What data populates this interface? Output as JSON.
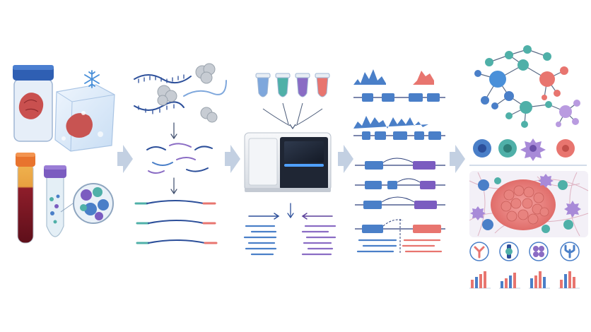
{
  "figure": {
    "stages": [
      {
        "id": "sample-collection",
        "icons": [
          "frozen-tissue-jar-icon",
          "tissue-in-ice-block-icon",
          "snowflake-icon",
          "blood-tube-icon",
          "cell-suspension-tube-icon",
          "magnified-cells-icon"
        ]
      },
      {
        "id": "library-preparation",
        "icons": [
          "rna-strand-icon",
          "protein-complex-icon",
          "fragmented-strands-icon",
          "adapter-ligated-fragments-icon"
        ]
      },
      {
        "id": "sequencing",
        "icons": [
          "barcode-tubes-icon",
          "sequencer-instrument-icon",
          "paired-reads-icon"
        ]
      },
      {
        "id": "read-analysis",
        "icons": [
          "coverage-track-icon",
          "splicing-isoforms-icon",
          "fusion-breakpoint-icon"
        ]
      },
      {
        "id": "biological-interpretation",
        "icons": [
          "gene-network-icon",
          "immune-cell-types-icon",
          "tumor-microenvironment-icon",
          "biomarker-bar-charts-icon"
        ]
      }
    ],
    "colors": {
      "arrow": "#c3d0e2",
      "blue": "#4a7fc8",
      "teal": "#4fb0a8",
      "purple": "#8a6cc4",
      "salmon": "#e8756f",
      "navy": "#2c3f7a"
    }
  }
}
